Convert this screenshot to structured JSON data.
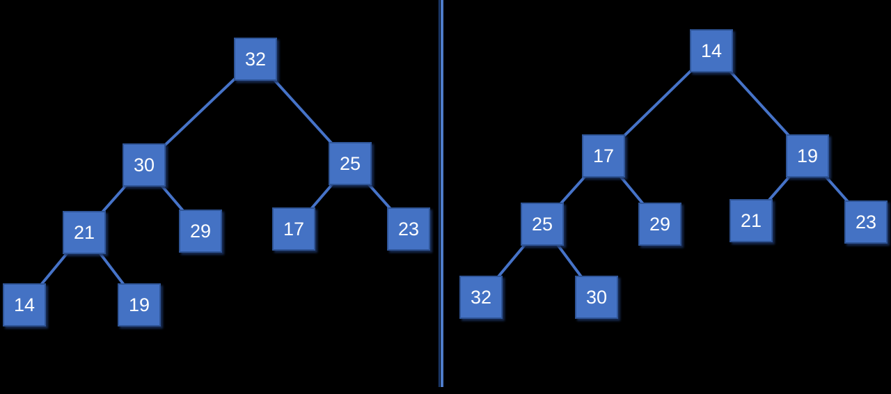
{
  "colors": {
    "background": "#000000",
    "node_fill": "#4472C4",
    "node_border": "#2F5597",
    "node_text": "#FFFFFF",
    "edge": "#4673C8",
    "divider_dark": "#1E3E74",
    "divider_light": "#4E7CC9"
  },
  "left_tree": {
    "nodes": [
      {
        "value": "32"
      },
      {
        "value": "30"
      },
      {
        "value": "25"
      },
      {
        "value": "21"
      },
      {
        "value": "29"
      },
      {
        "value": "17"
      },
      {
        "value": "23"
      },
      {
        "value": "14"
      },
      {
        "value": "19"
      }
    ],
    "edges": [
      [
        "32",
        "30"
      ],
      [
        "32",
        "25"
      ],
      [
        "30",
        "21"
      ],
      [
        "30",
        "29"
      ],
      [
        "25",
        "17"
      ],
      [
        "25",
        "23"
      ],
      [
        "21",
        "14"
      ],
      [
        "21",
        "19"
      ]
    ]
  },
  "right_tree": {
    "nodes": [
      {
        "value": "14"
      },
      {
        "value": "17"
      },
      {
        "value": "19"
      },
      {
        "value": "25"
      },
      {
        "value": "29"
      },
      {
        "value": "21"
      },
      {
        "value": "23"
      },
      {
        "value": "32"
      },
      {
        "value": "30"
      }
    ],
    "edges": [
      [
        "14",
        "17"
      ],
      [
        "14",
        "19"
      ],
      [
        "17",
        "25"
      ],
      [
        "17",
        "29"
      ],
      [
        "19",
        "21"
      ],
      [
        "19",
        "23"
      ],
      [
        "25",
        "32"
      ],
      [
        "25",
        "30"
      ]
    ]
  }
}
